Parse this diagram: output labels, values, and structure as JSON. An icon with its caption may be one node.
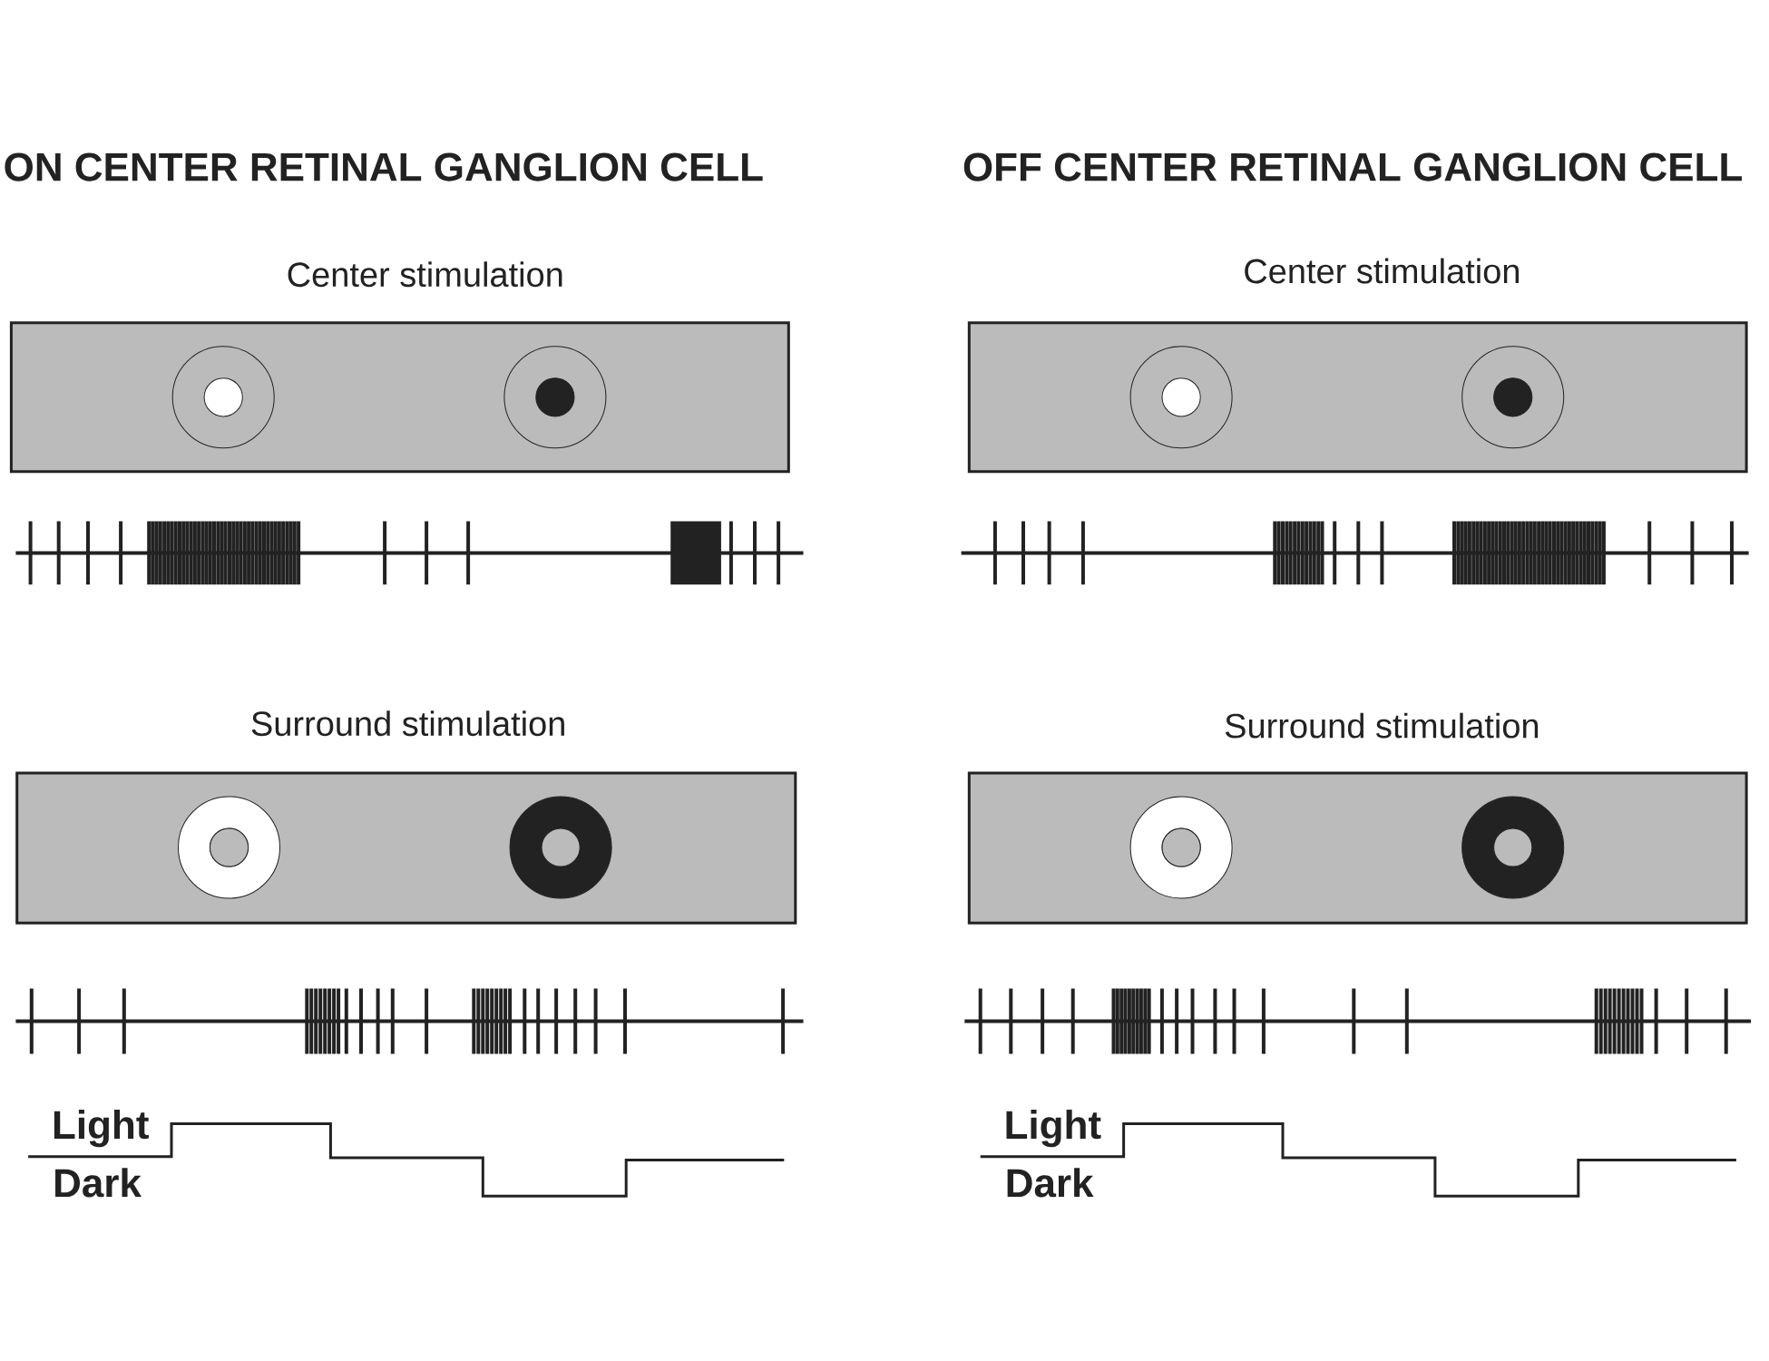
{
  "diagram": {
    "labels": [
      "ON CENTER RETINAL GANGLION CELL",
      "OFF CENTER RETINAL GANGLION CELL",
      "Center stimulation",
      "Center stimulation",
      "Surround stimulation",
      "Surround stimulation",
      "Light",
      "Light",
      "Dark",
      "Dark"
    ]
  }
}
